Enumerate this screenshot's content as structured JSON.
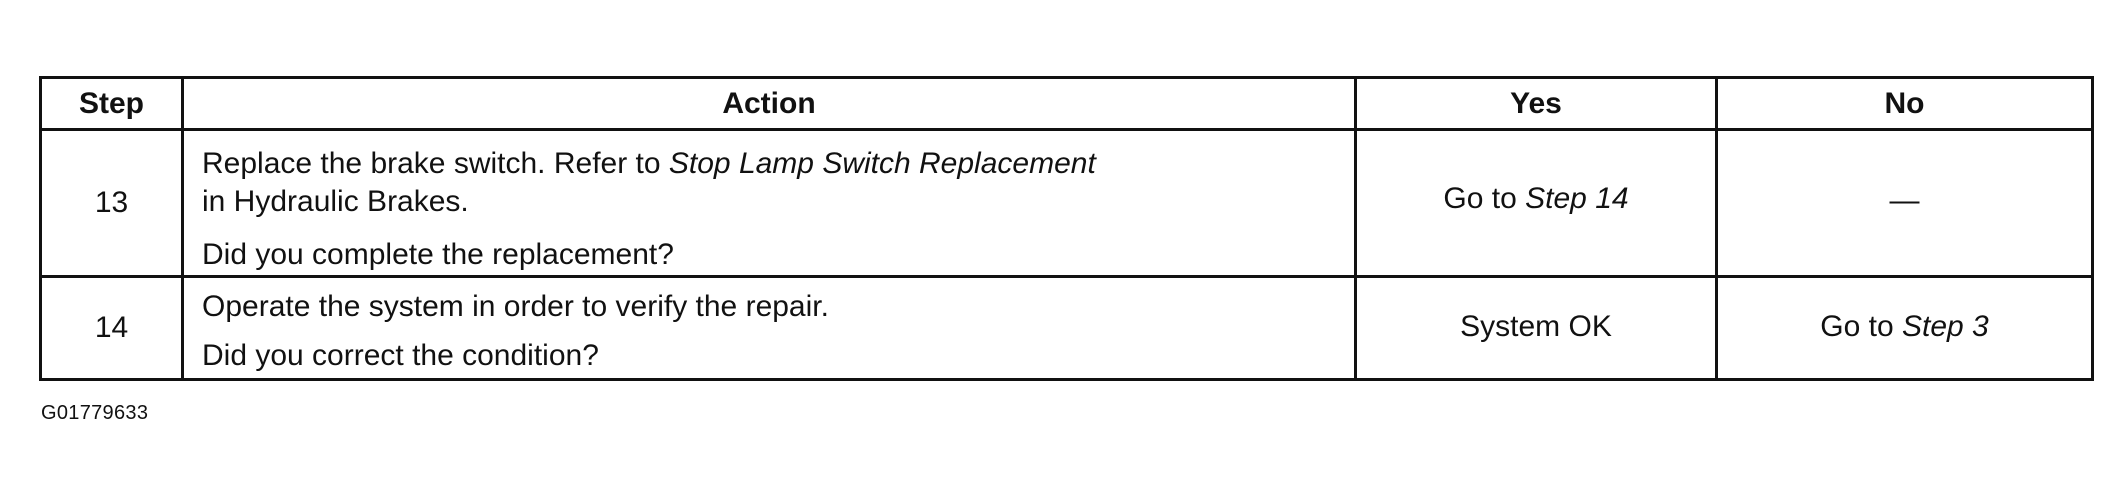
{
  "table": {
    "headers": {
      "step": "Step",
      "action": "Action",
      "yes": "Yes",
      "no": "No"
    },
    "rows": [
      {
        "step": "13",
        "action_text_1": "Replace the brake switch. Refer to ",
        "action_ref": "Stop Lamp Switch Replacement",
        "action_text_2": "in Hydraulic Brakes.",
        "question": "Did you complete the replacement?",
        "yes_prefix": "Go to ",
        "yes_ref": "Step 14",
        "no": "—"
      },
      {
        "step": "14",
        "action_text_1": "Operate the system in order to verify the repair.",
        "question": "Did you correct the condition?",
        "yes": "System OK",
        "no_prefix": "Go to ",
        "no_ref": "Step 3"
      }
    ]
  },
  "figure_id": "G01779633"
}
